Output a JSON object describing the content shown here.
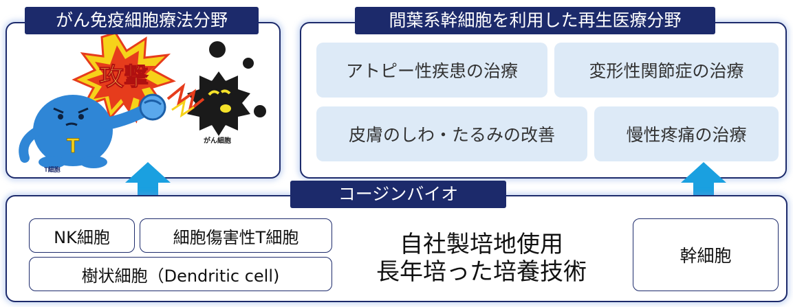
{
  "left_panel": {
    "title": "がん免疫細胞療法分野",
    "illustration": {
      "burst_text": "攻撃",
      "t_letter": "T",
      "t_cell_label": "T細胞",
      "cancer_cell_label": "がん細胞"
    }
  },
  "right_panel": {
    "title": "間葉系幹細胞を利用した再生医療分野",
    "cells": [
      "アトピー性疾患の治療",
      "変形性関節症の治療",
      "皮膚のしわ・たるみの改善",
      "慢性疼痛の治療"
    ]
  },
  "bottom_panel": {
    "title": "コージンバイオ",
    "cells": [
      "NK細胞",
      "細胞傷害性T細胞",
      "樹状細胞（Dendritic cell)"
    ],
    "center_line1": "自社製培地使用",
    "center_line2": "長年培った培養技術",
    "stem_cell": "幹細胞"
  },
  "colors": {
    "navy": "#1c2a6b",
    "light_blue": "#ddeaf7",
    "arrow": "#1aa0e0"
  }
}
